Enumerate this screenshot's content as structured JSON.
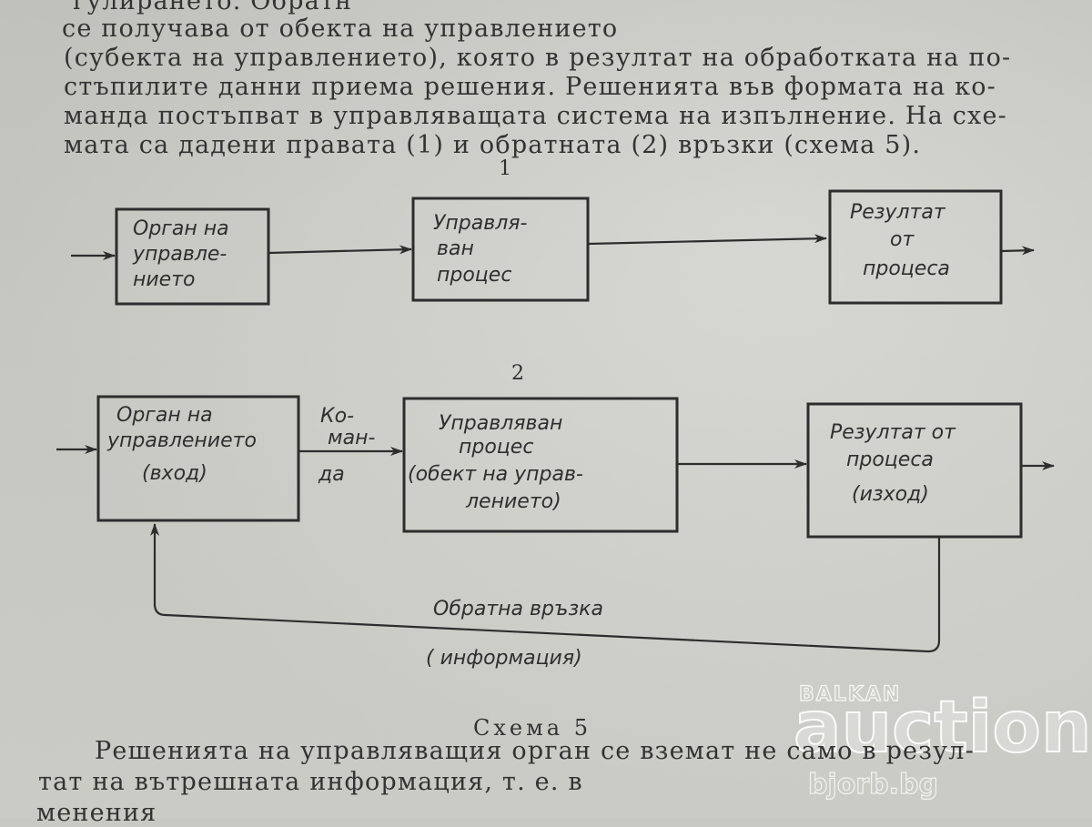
{
  "text_top": [
    "гулирането. Обратн",
    "се получава от обекта на управлението",
    "(субекта на управлението), която в резултат на обработката на по-",
    "стъпилите данни приема решения. Решенията във формата на ко-",
    "манда постъпват в управляващата система на изпълнение. На схе-",
    "мата са дадени правата (1) и обратната (2) връзки (схема 5)."
  ],
  "diagram1": {
    "label": "1",
    "box1": [
      "Орган на",
      "управле-",
      "нието"
    ],
    "box2": [
      "Управля-",
      "ван",
      "процес"
    ],
    "box3": [
      "Резултат",
      "от",
      "процеса"
    ]
  },
  "diagram2": {
    "label": "2",
    "box1": [
      "Орган на",
      "управлението",
      "(вход)"
    ],
    "arrow_label": [
      "Ко-",
      "ман-",
      "да"
    ],
    "box2": [
      "Управляван",
      "процес",
      "(обект на управ-",
      "лението)"
    ],
    "box3": [
      "Резултат от",
      "процеса",
      "(изход)"
    ],
    "feedback": [
      "Обратна връзка",
      "( информация)"
    ]
  },
  "caption": "Схема 5",
  "text_bottom": [
    "Решенията на управляващия орган се вземат не само в резул-",
    "тат на вътрешната информация, т. е. в",
    "менения"
  ],
  "watermark": {
    "small": "BALKAN",
    "big": "auction",
    "url": "bjorb.bg"
  }
}
